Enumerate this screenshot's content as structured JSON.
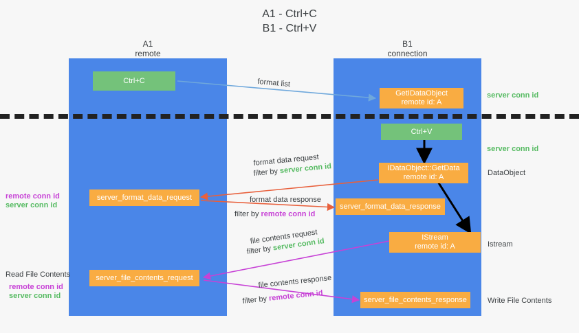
{
  "title": "A1 - Ctrl+C\nB1 - Ctrl+V",
  "lanes": {
    "a": {
      "name": "A1",
      "sub": "remote",
      "head": "A1\nremote"
    },
    "b": {
      "name": "B1",
      "sub": "connection",
      "head": "B1\nconnection"
    }
  },
  "boxes": {
    "ctrl_c": "Ctrl+C",
    "ctrl_v": "Ctrl+V",
    "get_idataobject": "GetIDataObject\nremote id: A",
    "idataobject_getdata": "IDataObject::GetData\nremote id: A",
    "istream": "IStream\nremote id: A",
    "server_format_data_request": "server_format_data_request",
    "server_format_data_response": "server_format_data_response",
    "server_file_contents_request": "server_file_contents_request",
    "server_file_contents_response": "server_file_contents_response"
  },
  "edges": {
    "format_list": "format list",
    "format_data_request": "format data request",
    "format_data_request_filter_prefix": "filter by ",
    "format_data_request_filter_value": "server conn id",
    "format_data_response": "format data response",
    "format_data_response_filter_prefix": "filter by ",
    "format_data_response_filter_value": "remote conn id",
    "file_contents_request": "file contents request",
    "file_contents_request_filter_prefix": "filter by ",
    "file_contents_request_filter_value": "server conn id",
    "file_contents_response": "file contents response",
    "file_contents_response_filter_prefix": "filter by ",
    "file_contents_response_filter_value": "remote conn id"
  },
  "side_labels": {
    "right_server_conn_id_top": "server conn id",
    "right_server_conn_id_mid": "server conn id",
    "right_dataobject": "DataObject",
    "right_istream": "Istream",
    "right_write_file_contents": "Write File Contents",
    "left_remote_conn_id_1": "remote conn id",
    "left_server_conn_id_1": "server conn id",
    "left_read_file_contents": "Read File Contents",
    "left_remote_conn_id_2": "remote conn id",
    "left_server_conn_id_2": "server conn id"
  },
  "colors": {
    "lane": "#4a86e8",
    "green_box": "#74c27a",
    "orange_box": "#f9ac42",
    "green_text": "#57bb63",
    "magenta_text": "#c742d6",
    "blue_arrow": "#6fa8dc",
    "red_arrow": "#e8603c",
    "black_arrow": "#000000",
    "background": "#f7f7f7"
  }
}
